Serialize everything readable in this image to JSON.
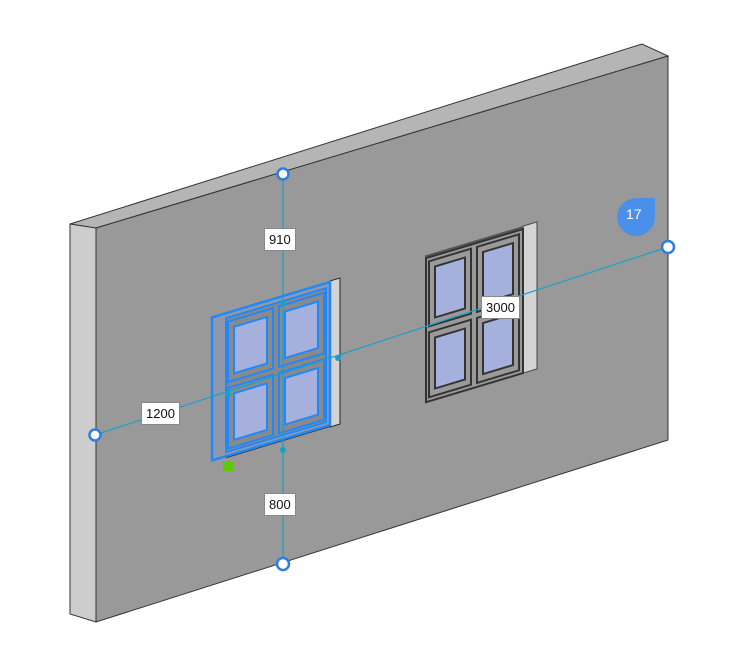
{
  "dimensions": {
    "above_window": "910",
    "below_window": "800",
    "left_of_window": "1200",
    "right_of_window": "3000"
  },
  "tooltip_count": "17",
  "colors": {
    "wall_front": "#999999",
    "wall_side": "#cdcdcd",
    "selection": "#1e88ff",
    "dimension_line": "#1aa0c8",
    "glass": "#a6b0dc",
    "grip": "#2f7de1",
    "base_point": "#5ccc00"
  }
}
